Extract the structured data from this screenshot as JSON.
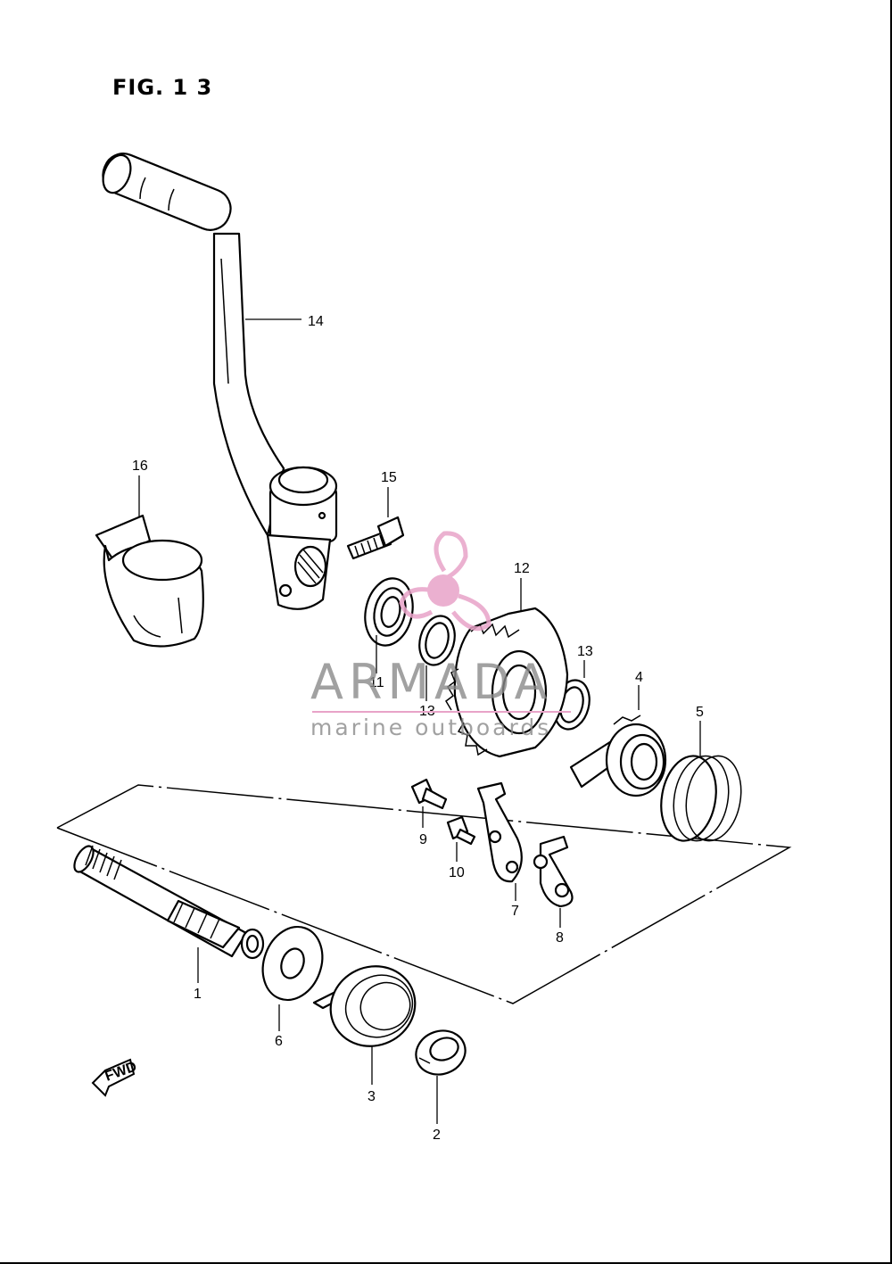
{
  "figure": {
    "title": "FIG. 1 3"
  },
  "watermark": {
    "brand": "ARMADA",
    "tagline": "marine outboards",
    "accent_color": "#e8a3c8",
    "text_color": "#8a8a8a"
  },
  "direction_badge": {
    "label": "FWD",
    "icon": "fwd-arrow-icon"
  },
  "callouts": [
    "14",
    "16",
    "15",
    "12",
    "11",
    "13",
    "13",
    "4",
    "5",
    "9",
    "10",
    "7",
    "8",
    "1",
    "6",
    "3",
    "2"
  ],
  "parts": [
    {
      "number": "1",
      "icon": "kick-starter-shaft-icon"
    },
    {
      "number": "2",
      "icon": "circlip-icon"
    },
    {
      "number": "3",
      "icon": "return-spring-icon"
    },
    {
      "number": "4",
      "icon": "ratchet-icon"
    },
    {
      "number": "5",
      "icon": "coil-spring-icon"
    },
    {
      "number": "6",
      "icon": "washer-icon"
    },
    {
      "number": "7",
      "icon": "stopper-plate-icon"
    },
    {
      "number": "8",
      "icon": "guide-plate-icon"
    },
    {
      "number": "9",
      "icon": "bolt-icon"
    },
    {
      "number": "10",
      "icon": "small-bolt-icon"
    },
    {
      "number": "11",
      "icon": "oil-seal-icon"
    },
    {
      "number": "12",
      "icon": "idle-gear-icon"
    },
    {
      "number": "13",
      "icon": "thrust-washer-icon"
    },
    {
      "number": "14",
      "icon": "kick-lever-icon"
    },
    {
      "number": "15",
      "icon": "lever-bolt-icon"
    },
    {
      "number": "16",
      "icon": "rubber-boot-icon"
    }
  ]
}
